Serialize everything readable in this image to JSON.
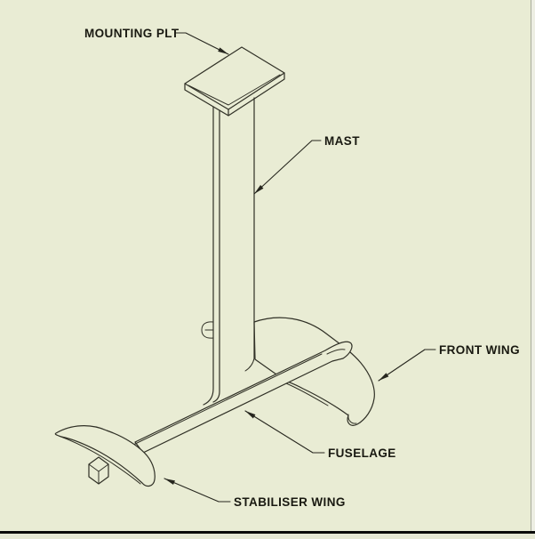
{
  "diagram": {
    "description": "Isometric technical line drawing of a hydrofoil assembly",
    "part_labels": [
      {
        "id": "mounting-plate",
        "label": "MOUNTING PLT"
      },
      {
        "id": "mast",
        "label": "MAST"
      },
      {
        "id": "front-wing",
        "label": "FRONT WING"
      },
      {
        "id": "fuselage",
        "label": "FUSELAGE"
      },
      {
        "id": "stabiliser-wing",
        "label": "STABILISER WING"
      }
    ],
    "colors": {
      "background": "#e9ecd4",
      "line": "#303026",
      "text": "#191911",
      "bottom_rule": "#0b0b0b",
      "right_border": "#a8ac9c",
      "right_strip": "#edeee3",
      "bottom_strip": "#e6e8d4"
    }
  }
}
